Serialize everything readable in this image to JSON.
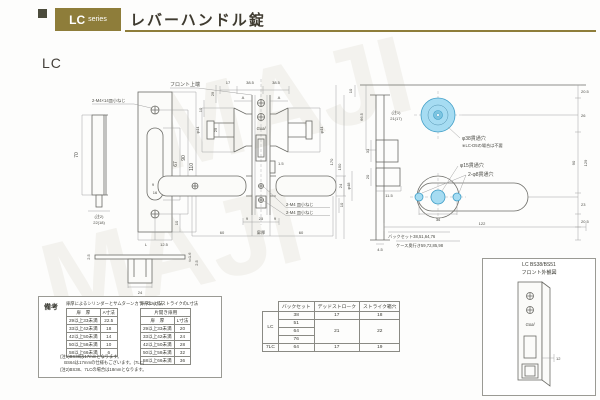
{
  "header": {
    "badge_lc": "LC",
    "badge_series": "series",
    "title": "レバーハンドル錠"
  },
  "model_label": "LC",
  "watermark": "MAJI",
  "brand": "Goal",
  "colors": {
    "accent": "#8e7d3a",
    "hole_fill": "#a6dcf2",
    "hole_stroke": "#3f9ec7"
  },
  "faceplate_front": {
    "screw_label": "2-M4×14皿小ねじ",
    "dims": {
      "d29": "29",
      "d10_top": "10",
      "d67": "67",
      "d90": "90",
      "d110": "110",
      "d9": "9",
      "d16": "16",
      "d10_bottom": "10",
      "dL": "L",
      "d125": "12.5"
    }
  },
  "faceplate_side": {
    "dims": {
      "d70": "70",
      "note": "(注2)",
      "note_val": "22(18)"
    }
  },
  "faceplate_section": {
    "dims": {
      "d25_left": "2.5",
      "dt": "t=1.6",
      "d25_right": "2.5",
      "d24": "24"
    }
  },
  "assembly": {
    "front_top_label": "フロント上端",
    "screw_label_1": "2-M4 皿小ねじ",
    "screw_label_2": "2-M4 皿小ねじ",
    "door_label": "扉厚",
    "dims": {
      "d17": "17",
      "d385_left": "38.5",
      "d385_right": "38.5",
      "dA_left": "A",
      "dA_right": "A",
      "d44_left": "φ44",
      "d44_right": "φ44",
      "d29": "29",
      "d15": "1.5",
      "d24": "24",
      "d48": "φ48",
      "d9_left": "9",
      "d25": "25",
      "d9_right": "9",
      "d60_left": "60",
      "d60_right": "60",
      "d10": "10"
    }
  },
  "door_prep": {
    "hole38_label": "φ38貫通穴",
    "hole38_note": "※LC-D5の場合は不要",
    "hole15_label": "φ15貫通穴",
    "hole8_label": "2-φ8貫通穴",
    "backset_note": "バックセット38,51,64,76",
    "case_note": "ケース奥行き59,72,85,98",
    "dims": {
      "d10": "10",
      "d665": "66.5",
      "note1": "(注1)",
      "note1_val": "21(17)",
      "d170": "170",
      "d150": "150",
      "d31": "31",
      "d20": "20",
      "d115": "11.5",
      "d45": "4.5",
      "d34": "34",
      "d122": "122",
      "r205_top": "20.5",
      "r26": "26",
      "r90": "90",
      "r129": "129",
      "r23": "23",
      "r205_bottom": "20.5"
    }
  },
  "appearance_box": {
    "title": "LC BS38/BS51",
    "subtitle": "フロント外観図",
    "d12": "12"
  },
  "spec_table": {
    "headers": [
      "バックセット",
      "デッドストローク",
      "ストライク箱穴"
    ],
    "model_lc": "LC",
    "model_7lc": "7LC",
    "bs38": "38",
    "bs38_dead": "17",
    "bs38_strike": "18",
    "bs51": "51",
    "mid_dead": "21",
    "mid_strike": "22",
    "bs64": "64",
    "bs76": "76",
    "lc7_bs": "64",
    "lc7_dead": "17",
    "lc7_strike": "19"
  },
  "remarks": {
    "label": "備考",
    "table_a": {
      "title": "扉厚によるシリンダーとサムターンカラーのA寸法",
      "col1": "扉　厚",
      "col2": "A寸法",
      "rows": [
        [
          "29以上33未満",
          "22.5"
        ],
        [
          "33以上42未満",
          "18"
        ],
        [
          "42以上50未満",
          "14"
        ],
        [
          "50以上58未満",
          "10"
        ],
        [
          "58以上66未満",
          "6"
        ]
      ]
    },
    "notes": [
      "(注1)BS38は17mmとなります。",
      "　BS64は17mmの仕様もございます。(7LC)",
      "(注2)BS38、7LCの場合は18mmとなります。"
    ],
    "table_b": {
      "title": "扉厚によるストライクのL寸法",
      "subheader": "片開き扉用",
      "col1": "扉　厚",
      "col2": "L寸法",
      "rows": [
        [
          "29以上33未満",
          "20"
        ],
        [
          "33以上42未満",
          "24"
        ],
        [
          "42以上50未満",
          "28"
        ],
        [
          "50以上58未満",
          "32"
        ],
        [
          "58以上66未満",
          "36"
        ]
      ]
    }
  }
}
